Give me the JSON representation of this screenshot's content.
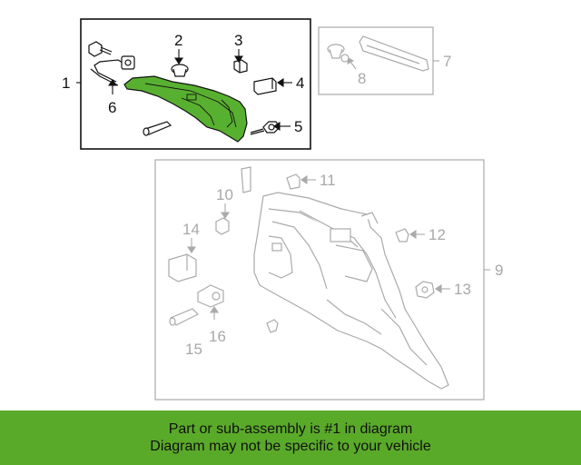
{
  "diagram": {
    "callouts_primary": [
      "1",
      "2",
      "3",
      "4",
      "5",
      "6"
    ],
    "callouts_secondary": [
      "7",
      "8",
      "9",
      "10",
      "11",
      "12",
      "13",
      "14",
      "15",
      "16"
    ]
  },
  "banner": {
    "line1": "Part or sub-assembly is #1 in diagram",
    "line2": "Diagram may not be specific to your vehicle"
  },
  "colors": {
    "banner_bg": "#5aaa2a",
    "part_highlight": "#58b030",
    "outline_dark": "#111111",
    "outline_grey": "#a8a8a8"
  }
}
